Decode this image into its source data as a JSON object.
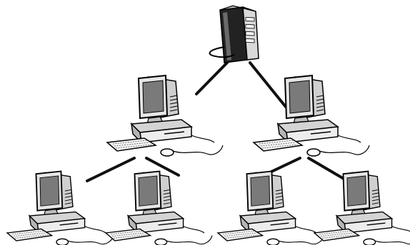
{
  "diagram": {
    "nodes": [
      {
        "id": "server",
        "kind": "server",
        "icon": "server-tower-icon"
      },
      {
        "id": "pc-left",
        "kind": "workstation",
        "icon": "desktop-computer-icon"
      },
      {
        "id": "pc-right",
        "kind": "workstation",
        "icon": "desktop-computer-icon"
      },
      {
        "id": "pc-left-left",
        "kind": "workstation",
        "icon": "desktop-computer-icon"
      },
      {
        "id": "pc-left-right",
        "kind": "workstation",
        "icon": "desktop-computer-icon"
      },
      {
        "id": "pc-right-left",
        "kind": "workstation",
        "icon": "desktop-computer-icon"
      },
      {
        "id": "pc-right-right",
        "kind": "workstation",
        "icon": "desktop-computer-icon"
      }
    ],
    "edges": [
      {
        "from": "server",
        "to": "pc-left"
      },
      {
        "from": "server",
        "to": "pc-right"
      },
      {
        "from": "pc-left",
        "to": "pc-left-left"
      },
      {
        "from": "pc-left",
        "to": "pc-left-right"
      },
      {
        "from": "pc-right",
        "to": "pc-right-left"
      },
      {
        "from": "pc-right",
        "to": "pc-right-right"
      }
    ],
    "colors": {
      "line": "#111111",
      "screen": "#7a7a7a",
      "body": "#e6e6e6",
      "server_dark": "#222222",
      "server_light": "#d9d9d9"
    }
  }
}
